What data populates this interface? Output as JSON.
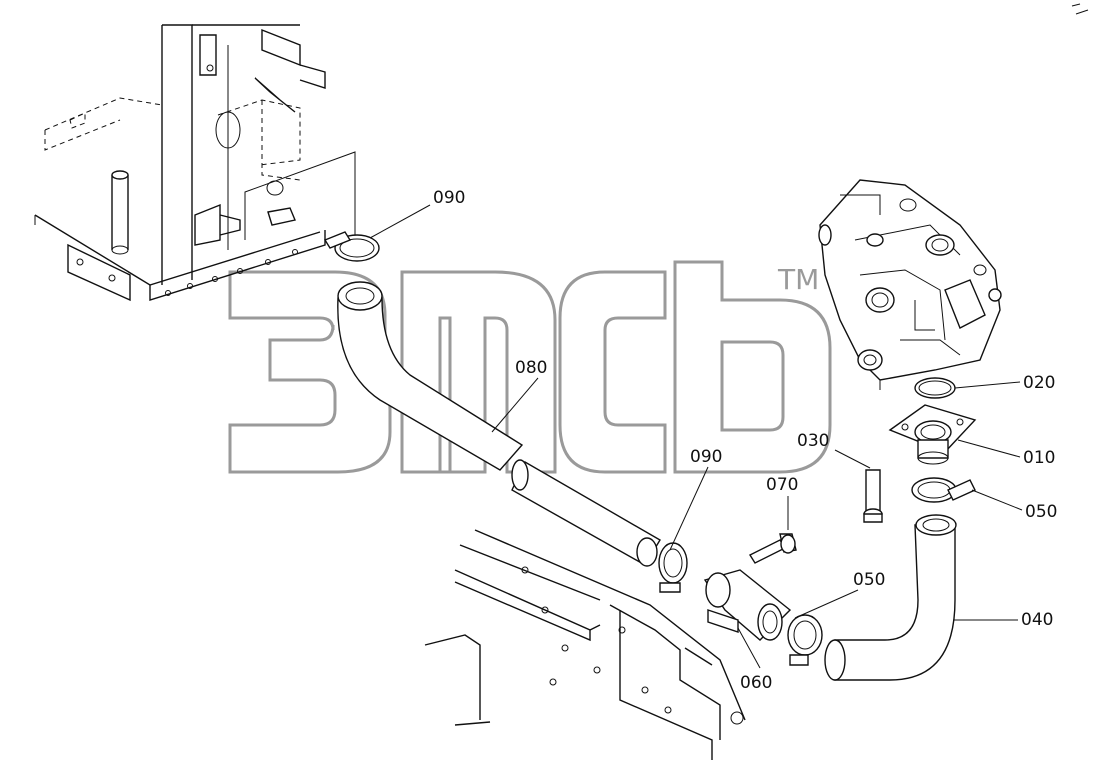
{
  "watermark": {
    "trademark": "TM"
  },
  "parts": [
    {
      "id": "p010",
      "label": "010",
      "name": "flange"
    },
    {
      "id": "p020",
      "label": "020",
      "name": "o-ring"
    },
    {
      "id": "p030",
      "label": "030",
      "name": "bolt"
    },
    {
      "id": "p040",
      "label": "040",
      "name": "hose"
    },
    {
      "id": "p050a",
      "label": "050",
      "name": "clamp"
    },
    {
      "id": "p050b",
      "label": "050",
      "name": "clamp"
    },
    {
      "id": "p060",
      "label": "060",
      "name": "pipe-joint"
    },
    {
      "id": "p070",
      "label": "070",
      "name": "bolt"
    },
    {
      "id": "p080",
      "label": "080",
      "name": "hose"
    },
    {
      "id": "p090a",
      "label": "090",
      "name": "clamp"
    },
    {
      "id": "p090b",
      "label": "090",
      "name": "clamp"
    }
  ]
}
